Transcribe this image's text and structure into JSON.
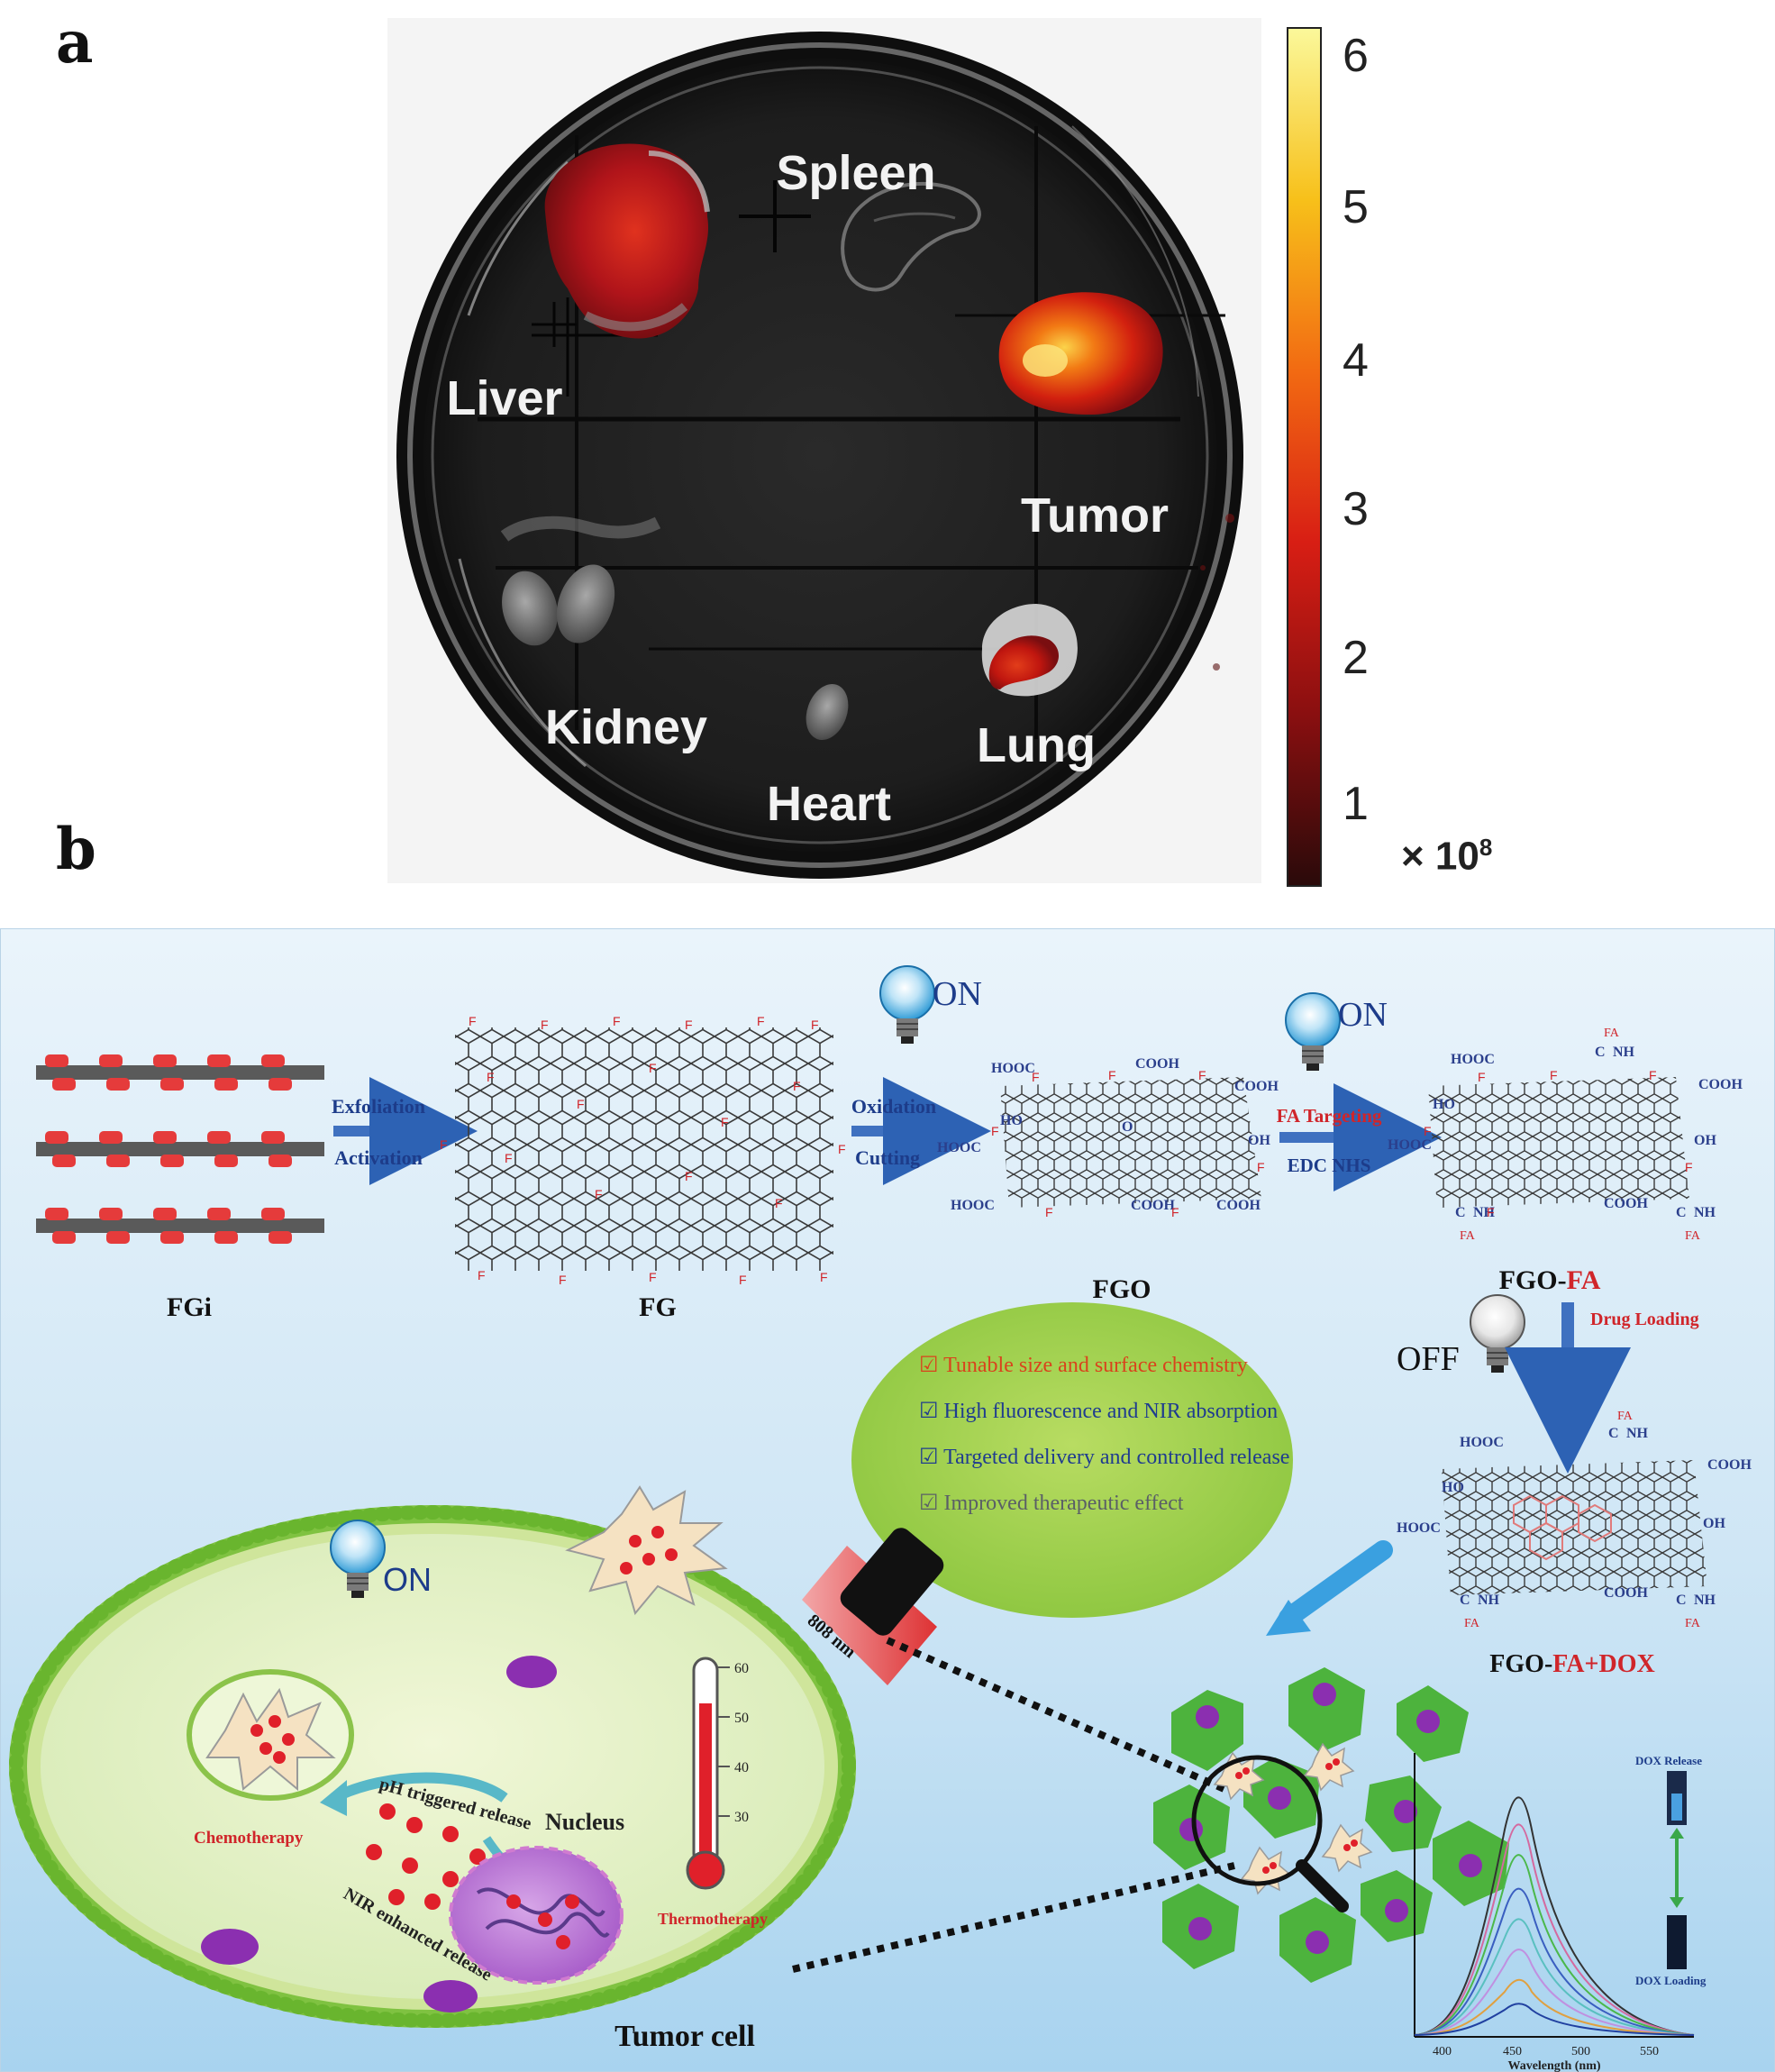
{
  "panel_a": {
    "label": "a",
    "organs": [
      "Spleen",
      "Liver",
      "Tumor",
      "Kidney",
      "Lung",
      "Heart"
    ],
    "colorbar": {
      "ticks": [
        "6",
        "5",
        "4",
        "3",
        "2",
        "1"
      ],
      "multiplier": "× 10",
      "exponent": "8",
      "colors": [
        "#2a0a0a",
        "#8a0f10",
        "#d81e14",
        "#f26a12",
        "#f7c01a",
        "#fbf89a"
      ]
    }
  },
  "panel_b": {
    "label": "b",
    "steps": {
      "fgi": "FGi",
      "fg": "FG",
      "fgo": "FGO",
      "fgo_fa_prefix": "FGO-",
      "fgo_fa_suffix": "FA",
      "fgo_fa_dox_prefix": "FGO-",
      "fgo_fa_dox_suffix": "FA+DOX"
    },
    "arrows": {
      "exfoliation": "Exfoliation",
      "activation": "Activation",
      "oxidation": "Oxidation",
      "cutting": "Cutting",
      "fa_targeting": "FA Targeting",
      "edc_nhs": "EDC  NHS",
      "drug_loading": "Drug Loading"
    },
    "bulbs": {
      "on": "ON",
      "off": "OFF"
    },
    "chem_groups": {
      "hooc": "HOOC",
      "cooh": "COOH",
      "ho": "HO",
      "oh": "OH",
      "o": "O",
      "f": "F",
      "fa": "FA",
      "nh": "NH",
      "c": "C"
    },
    "features": [
      "☑ Tunable size and surface chemistry",
      "☑ High fluorescence and NIR absorption",
      "☑ Targeted delivery and controlled release",
      "☑ Improved therapeutic effect"
    ],
    "feature_colors": [
      "#d9431c",
      "#1f3c8f",
      "#1f3c8f",
      "#5a5f66"
    ],
    "cell": {
      "chemotherapy": "Chemotherapy",
      "ph_release": "pH triggered release",
      "nucleus": "Nucleus",
      "nir_release": "NIR enhanced release",
      "thermotherapy": "Thermotherapy",
      "tumor_cell": "Tumor cell",
      "laser": "808 nm"
    },
    "thermometer_ticks": [
      "60",
      "50",
      "40",
      "30"
    ],
    "spectrum": {
      "x_ticks": [
        "400",
        "450",
        "500",
        "550"
      ],
      "xlabel": "Wavelength (nm)",
      "dox_release": "DOX  Release",
      "dox_loading": "DOX  Loading"
    }
  }
}
